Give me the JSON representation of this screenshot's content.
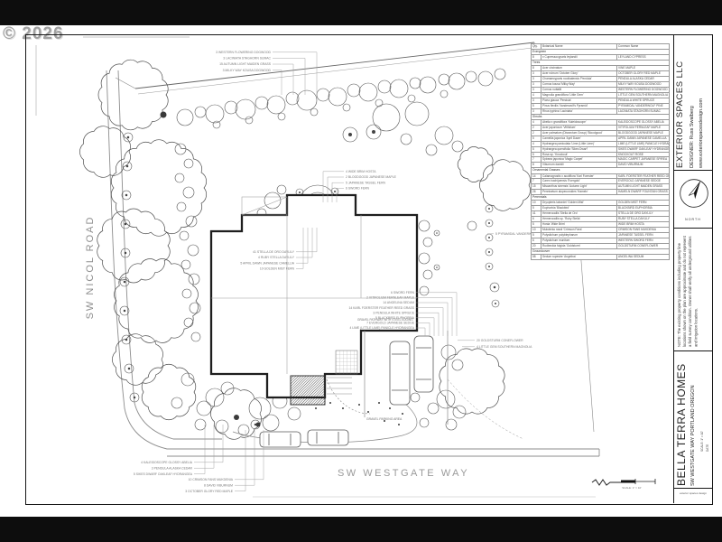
{
  "watermark": "© 2026",
  "titleblock": {
    "company": "EXTERIOR SPACES LLC",
    "designer": "DESIGNER: Russ Swalberg",
    "website": "www.exteriorspacesdesign.com",
    "north_label": "NORTH",
    "note": "NOTE:  The existing property conditions including property line locations shown on the plan are approximate and do not represent a field survey condition.  Owner shall verify all underground utilities and irrigation locations.",
    "project": "BELLA TERRA HOMES",
    "address": "SW WESTGATE WAY PORTLAND OREGON",
    "scale_text": "SCALE: 1\" = 10'",
    "date_text": "DATE",
    "credit": "exterior spaces design"
  },
  "scale_bar": {
    "label": "SCALE: 1\" = 10'"
  },
  "plan": {
    "streets": {
      "nicol": "SW NICOL ROAD",
      "westgate": "SW WESTGATE WAY"
    },
    "areas": {
      "gravel_path": "GRAVEL PATHWAY WITH STEEL EDGING",
      "gravel_parking": "GRAVEL PARKING AREA"
    },
    "callouts": {
      "top": [
        "3 WESTERN FLOWERING DOGWOOD",
        "3 LACINIATA STAGHORN SUMAC",
        "15 AUTUMN LIGHT MAIDEN GRASS",
        "3 MILKY WAY KOUSA DOGWOOD"
      ],
      "upper_house": [
        "4 WIDE BRIM HOSTA",
        "2 BLOODGOOD JAPANESE MAPLE",
        "5 JAPANESE TASSEL FERN",
        "6 SWORD FERN"
      ],
      "mid_left": [
        "41 STELLA DE ORO DAYLILY",
        "4 RUBY STELLA DAYLILY",
        "5 APRIL DAWN JAPANESE CAMELLIA",
        "10 GOLDEN MIST FERN"
      ],
      "center": [
        "6 SWORD FERN",
        "2 VITIFOLIUM FERNLEAF MAPLE",
        "14 ANGELINA SEDUM",
        "14 KARL FOERSTER FEATHER REED GRASS",
        "3 PENDULA WHITE SPRUCE",
        "5 BLACKBIRD EUPHORBIA",
        "7 EVERGOLD JAPANESE SEDGE",
        "4 LIME (LITTLE LIME) PANICLE HYDRANGEA"
      ],
      "right_pine": [
        "5 PYRAMIDAL VANDERWOLF PINE"
      ],
      "right_lower": [
        "20 GOLDSTURM CONEFLOWER",
        "4 LITTLE GEM SOUTHERN MAGNOLIA"
      ],
      "bottom_left_a": [
        "4 KALEIDOSCOPE GLOSSY ABELIA",
        "3 PENDULA ALASKA CEDAR",
        "5 SIKES DWARF OAKLEAF HYDRANGEA"
      ],
      "bottom_left_b": [
        "10 CRIMSON FANS MUKDENIA",
        "8 DAVID VIBURNUM",
        "3 OCTOBER GLORY RED MAPLE"
      ]
    },
    "trees": [
      [
        148,
        105,
        36,
        1
      ],
      [
        117,
        168,
        26,
        1
      ],
      [
        176,
        208,
        50,
        1
      ],
      [
        148,
        272,
        38,
        1
      ],
      [
        173,
        333,
        44,
        1
      ],
      [
        153,
        398,
        26,
        1
      ],
      [
        187,
        434,
        28,
        1
      ],
      [
        262,
        458,
        26,
        1
      ],
      [
        523,
        422,
        34,
        1
      ],
      [
        560,
        205,
        26,
        1
      ],
      [
        527,
        182,
        18,
        1
      ],
      [
        205,
        130,
        9,
        0
      ],
      [
        222,
        124,
        6,
        0
      ],
      [
        238,
        126,
        10,
        0
      ],
      [
        256,
        119,
        7,
        0
      ],
      [
        272,
        121,
        11,
        0
      ],
      [
        290,
        114,
        7,
        0
      ],
      [
        306,
        116,
        10,
        0
      ],
      [
        324,
        109,
        7,
        0
      ],
      [
        340,
        111,
        11,
        0
      ],
      [
        358,
        105,
        7,
        0
      ],
      [
        374,
        107,
        10,
        0
      ],
      [
        392,
        100,
        7,
        0
      ],
      [
        408,
        102,
        10,
        0
      ],
      [
        426,
        96,
        7,
        0
      ],
      [
        442,
        98,
        10,
        0
      ],
      [
        460,
        92,
        6,
        0
      ],
      [
        474,
        94,
        9,
        0
      ],
      [
        492,
        88,
        6,
        0
      ],
      [
        506,
        90,
        9,
        0
      ],
      [
        522,
        85,
        6,
        0
      ],
      [
        538,
        87,
        8,
        0
      ],
      [
        554,
        82,
        6,
        0
      ],
      [
        240,
        138,
        4,
        0
      ],
      [
        276,
        133,
        4,
        0
      ],
      [
        312,
        129,
        4,
        0
      ],
      [
        348,
        124,
        4,
        0
      ],
      [
        384,
        119,
        4,
        0
      ],
      [
        420,
        114,
        4,
        0
      ],
      [
        456,
        109,
        4,
        0
      ],
      [
        492,
        104,
        4,
        0
      ],
      [
        428,
        130,
        15,
        0
      ],
      [
        462,
        126,
        13,
        0
      ],
      [
        492,
        150,
        10,
        0
      ],
      [
        450,
        154,
        6,
        0
      ],
      [
        478,
        166,
        6,
        0
      ],
      [
        507,
        162,
        6,
        0
      ],
      [
        388,
        149,
        8,
        2
      ],
      [
        414,
        146,
        8,
        2
      ],
      [
        542,
        231,
        4,
        2
      ],
      [
        542,
        247,
        4,
        2
      ],
      [
        542,
        263,
        4,
        2
      ],
      [
        542,
        279,
        4,
        2
      ],
      [
        542,
        295,
        4,
        2
      ],
      [
        548,
        318,
        5,
        2
      ],
      [
        549,
        336,
        4,
        2
      ],
      [
        523,
        250,
        5,
        0
      ],
      [
        497,
        390,
        8,
        0
      ],
      [
        507,
        404,
        6,
        0
      ],
      [
        494,
        442,
        10,
        0
      ],
      [
        509,
        456,
        7,
        0
      ],
      [
        480,
        452,
        6,
        0
      ],
      [
        470,
        468,
        5,
        0
      ],
      [
        500,
        470,
        6,
        0
      ],
      [
        460,
        440,
        5,
        0
      ],
      [
        352,
        226,
        21,
        0
      ],
      [
        352,
        226,
        13,
        0
      ],
      [
        332,
        213,
        4,
        2
      ],
      [
        342,
        241,
        4,
        2
      ],
      [
        366,
        239,
        4,
        2
      ],
      [
        371,
        212,
        4,
        2
      ],
      [
        302,
        222,
        9,
        0
      ],
      [
        290,
        236,
        5,
        0
      ],
      [
        312,
        210,
        5,
        0
      ],
      [
        142,
        152,
        5,
        2
      ],
      [
        141,
        184,
        5,
        2
      ],
      [
        140,
        216,
        5,
        2
      ],
      [
        139,
        248,
        5,
        2
      ],
      [
        139,
        280,
        5,
        2
      ],
      [
        138,
        312,
        5,
        2
      ],
      [
        138,
        344,
        5,
        2
      ],
      [
        140,
        376,
        5,
        2
      ],
      [
        143,
        408,
        5,
        2
      ],
      [
        149,
        440,
        5,
        2
      ],
      [
        200,
        165,
        6,
        0
      ],
      [
        209,
        181,
        5,
        0
      ],
      [
        199,
        197,
        5,
        0
      ],
      [
        209,
        213,
        6,
        0
      ],
      [
        201,
        229,
        5,
        0
      ],
      [
        212,
        245,
        6,
        0
      ],
      [
        204,
        261,
        5,
        0
      ],
      [
        214,
        277,
        6,
        0
      ],
      [
        206,
        293,
        5,
        0
      ],
      [
        215,
        309,
        6,
        0
      ],
      [
        207,
        325,
        5,
        0
      ],
      [
        216,
        341,
        6,
        0
      ],
      [
        209,
        357,
        5,
        0
      ],
      [
        217,
        373,
        5,
        0
      ],
      [
        238,
        440,
        10,
        0
      ],
      [
        252,
        430,
        7,
        0
      ],
      [
        226,
        452,
        8,
        0
      ],
      [
        288,
        452,
        12,
        0
      ],
      [
        310,
        444,
        8,
        0
      ],
      [
        300,
        468,
        9,
        0
      ],
      [
        326,
        458,
        7,
        0
      ],
      [
        208,
        420,
        7,
        0
      ],
      [
        196,
        446,
        6,
        0
      ],
      [
        222,
        470,
        6,
        0
      ],
      [
        246,
        472,
        7,
        0
      ],
      [
        270,
        476,
        6,
        0
      ],
      [
        283,
        470,
        5,
        2
      ],
      [
        470,
        250,
        6,
        0
      ],
      [
        474,
        268,
        5,
        0
      ],
      [
        470,
        286,
        6,
        0
      ],
      [
        474,
        304,
        5,
        0
      ],
      [
        470,
        322,
        5,
        0
      ],
      [
        484,
        258,
        3,
        2
      ],
      [
        484,
        296,
        3,
        2
      ],
      [
        420,
        446,
        1,
        3
      ],
      [
        432,
        452,
        1,
        3
      ],
      [
        446,
        458,
        1,
        3
      ],
      [
        408,
        456,
        1,
        3
      ],
      [
        426,
        466,
        1,
        3
      ],
      [
        442,
        470,
        1,
        3
      ],
      [
        398,
        448,
        1,
        3
      ],
      [
        380,
        452,
        1,
        3
      ],
      [
        366,
        446,
        1,
        3
      ],
      [
        350,
        452,
        1,
        3
      ],
      [
        181,
        127,
        3.5,
        3
      ],
      [
        262,
        462,
        3,
        3
      ],
      [
        286,
        470,
        2.5,
        3
      ]
    ]
  },
  "schedule": {
    "header": [
      "Qty.",
      "Botanical Name",
      "Common Name"
    ],
    "sections": [
      {
        "name": "Evergreen",
        "rows": [
          [
            "8",
            "x Cupressocyparis leylandii",
            "LEYLAND CYPRESS"
          ]
        ]
      },
      {
        "name": "Trees",
        "rows": [
          [
            "8",
            "Acer circinatum",
            "VINE MAPLE"
          ],
          [
            "3",
            "Acer rubrum 'October Glory'",
            "OCTOBER GLORY RED MAPLE"
          ],
          [
            "3",
            "Chamaecyparis nootkatensis 'Pendula'",
            "PENDULA ALASKA CEDAR"
          ],
          [
            "3",
            "Cornus kousa 'Milky Way'",
            "MILKY WAY KOUSA DOGWOOD"
          ],
          [
            "3",
            "Cornus nuttallii",
            "WESTERN FLOWERING DOGWOOD"
          ],
          [
            "4",
            "Magnolia grandiflora 'Little Gem'",
            "LITTLE GEM SOUTHERN MAGNOLIA"
          ],
          [
            "3",
            "Picea glauca 'Pendula'",
            "PENDULA WHITE SPRUCE"
          ],
          [
            "5",
            "Pinus flexilis 'Vanderwolf's Pyramid'",
            "PYRAMIDAL VANDERWOLF PINE"
          ],
          [
            "3",
            "Rhus typhina 'Laciniata'",
            "LACINIATA STAGHORN SUMAC"
          ]
        ]
      },
      {
        "name": "Shrubs",
        "rows": [
          [
            "4",
            "Abelia x grandiflora 'Kaleidoscope'",
            "KALEIDOSCOPE GLOSSY ABELIA"
          ],
          [
            "2",
            "Acer japonicum 'Vitifolium'",
            "VITIFOLIUM FERNLEAF MAPLE"
          ],
          [
            "2",
            "Acer palmatum (Dissectum Group) 'Bloodgood'",
            "BLOODGOOD JAPANESE MAPLE"
          ],
          [
            "5",
            "Camellia japonica 'April Dawn'",
            "APRIL DAWN JAPANESE CAMELLIA"
          ],
          [
            "4",
            "Hydrangea paniculata 'Lime (Little Lime)'",
            "LIME (LITTLE LIME) PANICLE HYDRANGEA"
          ],
          [
            "5",
            "Hydrangea quercifolia 'Sikes Dwarf'",
            "SIKES DWARF OAKLEAF HYDRANGEA"
          ],
          [
            "5",
            "Rosa sp. 'Knockout'",
            "KNOCKOUT ROSE"
          ],
          [
            "7",
            "Spiraea japonica 'Magic Carpet'",
            "MAGIC CARPET JAPANESE SPIREA"
          ],
          [
            "8",
            "Viburnum davidii",
            "DAVID VIBURNUM"
          ]
        ]
      },
      {
        "name": "Ornamental Grasses",
        "rows": [
          [
            "14",
            "Calamagrostis x acutiflora 'Karl Foerster'",
            "KARL FOERSTER FEATHER REED GRASS"
          ],
          [
            "7",
            "Carex hachijoensis 'Evergold'",
            "EVERGOLD JAPANESE SEDGE"
          ],
          [
            "15",
            "Miscanthus sinensis 'Autumn Light'",
            "AUTUMN LIGHT MAIDEN GRASS"
          ],
          [
            "26",
            "Pennisetum alopecuroides 'Hameln'",
            "HAMELN DWARF FOUNTAIN GRASS"
          ]
        ]
      },
      {
        "name": "Perennials",
        "rows": [
          [
            "10",
            "Dryopteris labordei 'Golden Mist'",
            "GOLDEN MIST FERN"
          ],
          [
            "5",
            "Euphorbia 'Blackbird'",
            "BLACKBIRD EUPHORBIA"
          ],
          [
            "41",
            "Hemerocallis 'Stella de Oro'",
            "STELLA DE ORO DAYLILY"
          ],
          [
            "6",
            "Hemerocallis sp. 'Ruby Stella'",
            "RUBY STELLA DAYLILY"
          ],
          [
            "5",
            "Hosta 'Wide Brim'",
            "WIDE BRIM HOSTA"
          ],
          [
            "10",
            "Mukdenia rossii 'Crimson Fans'",
            "CRIMSON FANS MUKDENIA"
          ],
          [
            "5",
            "Polystichum polyblepharum",
            "JAPANESE TASSEL FERN"
          ],
          [
            "6",
            "Polystichum munitum",
            "WESTERN SWORD FERN"
          ],
          [
            "20",
            "Rudbeckia fulgida 'Goldsturm'",
            "GOLDSTURM CONEFLOWER"
          ]
        ]
      },
      {
        "name": "Groundcover",
        "rows": [
          [
            "58",
            "Sedum rupestre 'Angelina'",
            "ANGELINA SEDUM"
          ]
        ]
      }
    ]
  }
}
